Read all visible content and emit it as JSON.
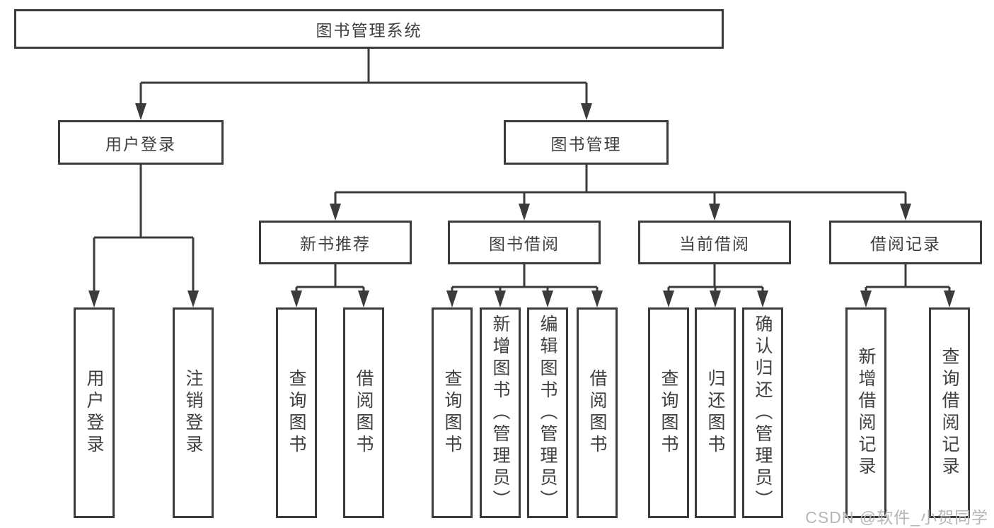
{
  "tree": {
    "label": "图书管理系统",
    "children": [
      {
        "label": "用户登录",
        "children": [
          {
            "label": "用户登录"
          },
          {
            "label": "注销登录"
          }
        ]
      },
      {
        "label": "图书管理",
        "children": [
          {
            "label": "新书推荐",
            "children": [
              {
                "label": "查询图书"
              },
              {
                "label": "借阅图书"
              }
            ]
          },
          {
            "label": "图书借阅",
            "children": [
              {
                "label": "查询图书"
              },
              {
                "label": "新增图书（管理员）"
              },
              {
                "label": "编辑图书（管理员）"
              },
              {
                "label": "借阅图书"
              }
            ]
          },
          {
            "label": "当前借阅",
            "children": [
              {
                "label": "查询图书"
              },
              {
                "label": "归还图书"
              },
              {
                "label": "确认归还（管理员）"
              }
            ]
          },
          {
            "label": "借阅记录",
            "children": [
              {
                "label": "新增借阅记录"
              },
              {
                "label": "查询借阅记录"
              }
            ]
          }
        ]
      }
    ]
  },
  "watermark": {
    "text": "CSDN @软件_小贺同学"
  },
  "colors": {
    "line": "#3b3b3b",
    "text": "#3f3f3f",
    "box_background": "#ffffff",
    "watermark": "#b6b6b6"
  }
}
